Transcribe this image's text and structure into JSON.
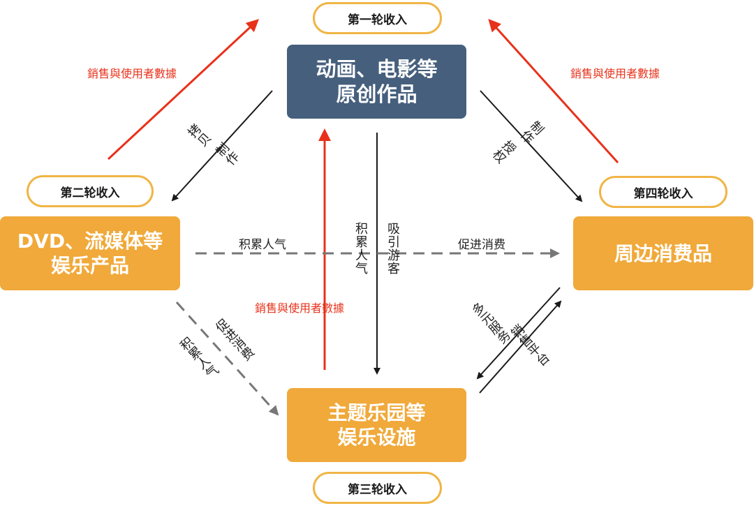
{
  "center_box": {
    "line1": "动画、电影等",
    "line2": "原创作品"
  },
  "left_box": {
    "line1": "DVD、流媒体等",
    "line2": "娱乐产品"
  },
  "right_box": {
    "line1": "周边消费品"
  },
  "bottom_box": {
    "line1": "主题乐园等",
    "line2": "娱乐设施"
  },
  "income": {
    "first": "第一轮收入",
    "second": "第二轮收入",
    "third": "第三轮收入",
    "fourth": "第四轮收入"
  },
  "labels": {
    "sales_data_left": "銷售與使用者數據",
    "sales_data_right": "銷售與使用者數據",
    "sales_data_center": "銷售與使用者數據",
    "accumulate_popularity": "积累人气",
    "promote_consumption": "促进消费",
    "copy": "拷贝",
    "produce_left": "制作",
    "authorize": "授权",
    "produce_right": "制作",
    "accumulate_popularity_vertical": "积累人气",
    "attract_visitors": "吸引游客",
    "diverse_services": "多元服务",
    "sales_platform": "销售平台",
    "accumulate_popularity_diag": "积累人气",
    "promote_consumption_diag": "促进消费"
  },
  "colors": {
    "navy": "#465f7d",
    "orange": "#f0a93a",
    "pill_border": "#f0b545",
    "red": "#e8311a",
    "dark": "#1a1a1a",
    "gray": "#777777"
  }
}
